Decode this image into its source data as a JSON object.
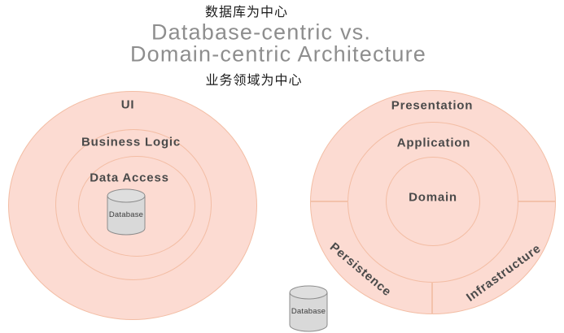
{
  "header": {
    "caption_zh_top": "数据库为中心",
    "title_line1": "Database-centric vs.",
    "title_line2": "Domain-centric Architecture",
    "caption_zh_bottom": "业务领域为中心"
  },
  "left_diagram": {
    "name": "Database-centric architecture onion",
    "rings": [
      {
        "label": "UI"
      },
      {
        "label": "Business Logic"
      },
      {
        "label": "Data Access"
      }
    ],
    "database_label": "Database"
  },
  "right_diagram": {
    "name": "Domain-centric architecture onion",
    "rings": [
      {
        "label": "Presentation"
      },
      {
        "label": "Application"
      },
      {
        "label": "Domain"
      }
    ],
    "outer_segments": [
      {
        "label": "Persistence"
      },
      {
        "label": "Infrastructure"
      }
    ],
    "database_label": "Database"
  },
  "colors": {
    "ring_fill": "#fcdbd2",
    "ring_border": "#f0b394",
    "title_gray": "#8e8e8e",
    "label_dark": "#4a4a4a",
    "caption_black": "#1b1b1b",
    "cylinder_fill": "#d9d9d9",
    "cylinder_stroke": "#8c8c8c"
  }
}
